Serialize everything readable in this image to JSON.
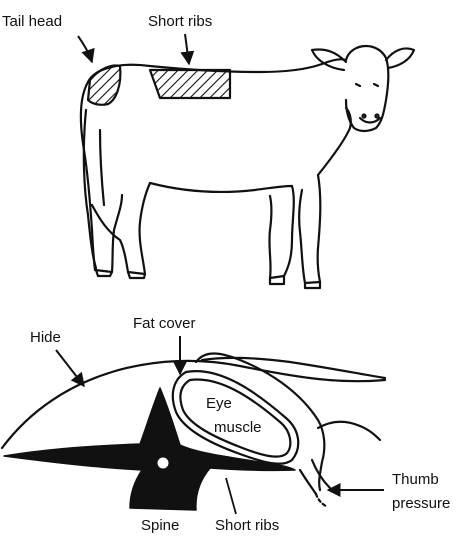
{
  "figure": {
    "top_labels": {
      "tail_head": "Tail head",
      "short_ribs": "Short ribs"
    },
    "bottom_labels": {
      "fat_cover": "Fat cover",
      "hide": "Hide",
      "eye_muscle_line1": "Eye",
      "eye_muscle_line2": "muscle",
      "thumb_line1": "Thumb",
      "thumb_line2": "pressure",
      "spine": "Spine",
      "short_ribs": "Short ribs"
    }
  }
}
